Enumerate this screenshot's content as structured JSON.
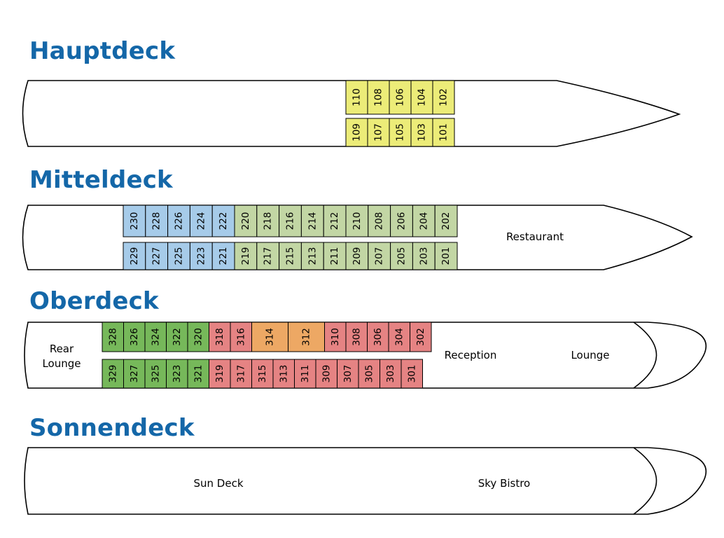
{
  "colors": {
    "title": "#1467a8",
    "yellow": "#ecec78",
    "blue": "#a6cbe9",
    "sage": "#c2d6a4",
    "green": "#76b85a",
    "red": "#e58383",
    "orange": "#eda864"
  },
  "decks": {
    "haupt": {
      "title": "Hauptdeck",
      "top_row": [
        {
          "no": "110",
          "color": "yellow"
        },
        {
          "no": "108",
          "color": "yellow"
        },
        {
          "no": "106",
          "color": "yellow"
        },
        {
          "no": "104",
          "color": "yellow"
        },
        {
          "no": "102",
          "color": "yellow"
        }
      ],
      "bottom_row": [
        {
          "no": "109",
          "color": "yellow"
        },
        {
          "no": "107",
          "color": "yellow"
        },
        {
          "no": "105",
          "color": "yellow"
        },
        {
          "no": "103",
          "color": "yellow"
        },
        {
          "no": "101",
          "color": "yellow"
        }
      ]
    },
    "mittel": {
      "title": "Mitteldeck",
      "restaurant": "Restaurant",
      "top_row": [
        {
          "no": "230",
          "color": "blue"
        },
        {
          "no": "228",
          "color": "blue"
        },
        {
          "no": "226",
          "color": "blue"
        },
        {
          "no": "224",
          "color": "blue"
        },
        {
          "no": "222",
          "color": "blue"
        },
        {
          "no": "220",
          "color": "sage"
        },
        {
          "no": "218",
          "color": "sage"
        },
        {
          "no": "216",
          "color": "sage"
        },
        {
          "no": "214",
          "color": "sage"
        },
        {
          "no": "212",
          "color": "sage"
        },
        {
          "no": "210",
          "color": "sage"
        },
        {
          "no": "208",
          "color": "sage"
        },
        {
          "no": "206",
          "color": "sage"
        },
        {
          "no": "204",
          "color": "sage"
        },
        {
          "no": "202",
          "color": "sage"
        }
      ],
      "bottom_row": [
        {
          "no": "229",
          "color": "blue"
        },
        {
          "no": "227",
          "color": "blue"
        },
        {
          "no": "225",
          "color": "blue"
        },
        {
          "no": "223",
          "color": "blue"
        },
        {
          "no": "221",
          "color": "blue"
        },
        {
          "no": "219",
          "color": "sage"
        },
        {
          "no": "217",
          "color": "sage"
        },
        {
          "no": "215",
          "color": "sage"
        },
        {
          "no": "213",
          "color": "sage"
        },
        {
          "no": "211",
          "color": "sage"
        },
        {
          "no": "209",
          "color": "sage"
        },
        {
          "no": "207",
          "color": "sage"
        },
        {
          "no": "205",
          "color": "sage"
        },
        {
          "no": "203",
          "color": "sage"
        },
        {
          "no": "201",
          "color": "sage"
        }
      ]
    },
    "ober": {
      "title": "Oberdeck",
      "rear_lounge_line1": "Rear",
      "rear_lounge_line2": "Lounge",
      "reception": "Reception",
      "lounge": "Lounge",
      "top_row": [
        {
          "no": "328",
          "color": "green"
        },
        {
          "no": "326",
          "color": "green"
        },
        {
          "no": "324",
          "color": "green"
        },
        {
          "no": "322",
          "color": "green"
        },
        {
          "no": "320",
          "color": "green"
        },
        {
          "no": "318",
          "color": "red"
        },
        {
          "no": "316",
          "color": "red"
        },
        {
          "no": "314",
          "color": "orange",
          "wide": true
        },
        {
          "no": "312",
          "color": "orange",
          "wide": true
        },
        {
          "no": "310",
          "color": "red"
        },
        {
          "no": "308",
          "color": "red"
        },
        {
          "no": "306",
          "color": "red"
        },
        {
          "no": "304",
          "color": "red"
        },
        {
          "no": "302",
          "color": "red"
        }
      ],
      "bottom_row": [
        {
          "no": "329",
          "color": "green"
        },
        {
          "no": "327",
          "color": "green"
        },
        {
          "no": "325",
          "color": "green"
        },
        {
          "no": "323",
          "color": "green"
        },
        {
          "no": "321",
          "color": "green"
        },
        {
          "no": "319",
          "color": "red"
        },
        {
          "no": "317",
          "color": "red"
        },
        {
          "no": "315",
          "color": "red"
        },
        {
          "no": "313",
          "color": "red"
        },
        {
          "no": "311",
          "color": "red"
        },
        {
          "no": "309",
          "color": "red"
        },
        {
          "no": "307",
          "color": "red"
        },
        {
          "no": "305",
          "color": "red"
        },
        {
          "no": "303",
          "color": "red"
        },
        {
          "no": "301",
          "color": "red"
        }
      ]
    },
    "sonnen": {
      "title": "Sonnendeck",
      "sun_deck": "Sun Deck",
      "sky_bistro": "Sky Bistro"
    }
  }
}
